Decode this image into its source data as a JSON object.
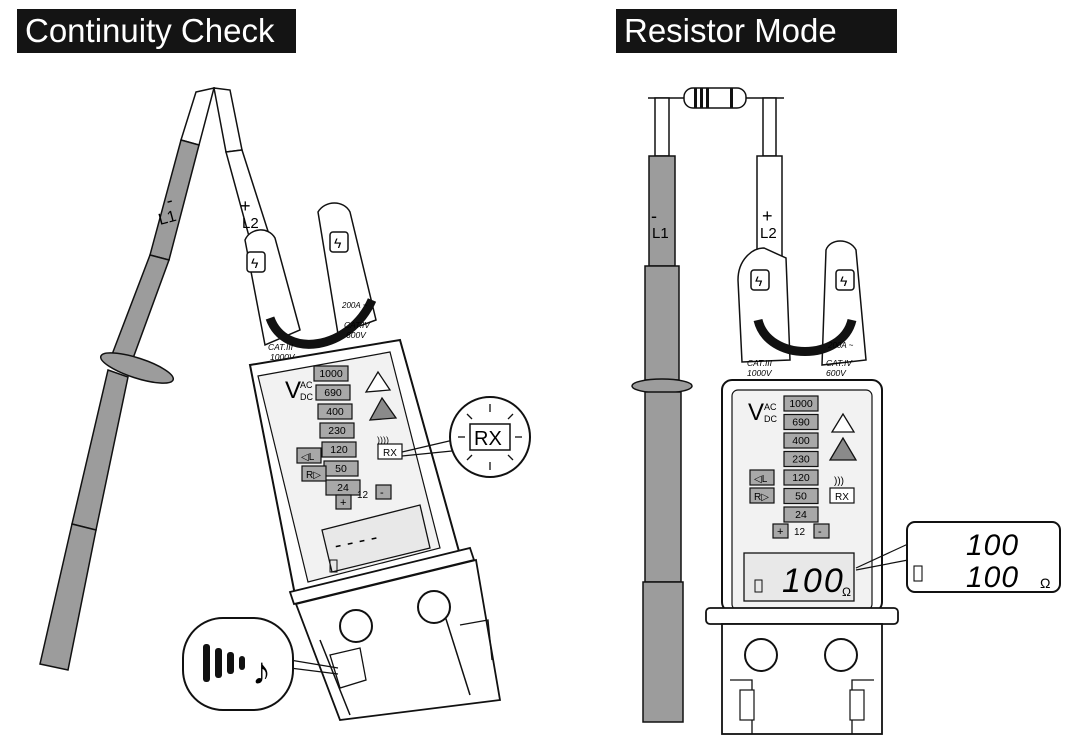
{
  "left": {
    "title": "Continuity Check",
    "probe_l1": "L1",
    "probe_l2": "L2",
    "minus": "-",
    "plus": "+",
    "bolt": "ϟ",
    "cat_iii": "CAT.III",
    "v_1000": "1000V",
    "cat_iv": "CAT.IV",
    "v_600": "600V",
    "clamp_rating": "200A ~",
    "vac": "AC",
    "vdc": "DC",
    "v": "V",
    "voltage_levels": [
      "1000",
      "690",
      "400",
      "230",
      "120",
      "50",
      "24"
    ],
    "rx": "RX",
    "buzz": "))))",
    "left_btn": "◁L",
    "right_btn": "R▷",
    "plus_btn": "+",
    "minus_btn": "-",
    "twelve": "12",
    "lcd_text": "- - - -",
    "callout_rx": "RX",
    "callout_sound": "♪"
  },
  "right": {
    "title": "Resistor Mode",
    "probe_l1": "L1",
    "probe_l2": "L2",
    "minus": "-",
    "plus": "+",
    "bolt": "ϟ",
    "cat_iii": "CAT.III",
    "v_1000": "1000V",
    "cat_iv": "CAT.IV",
    "v_600": "600V",
    "clamp_rating": "200A ~",
    "vac": "AC",
    "vdc": "DC",
    "v": "V",
    "voltage_levels": [
      "1000",
      "690",
      "400",
      "230",
      "120",
      "50",
      "24"
    ],
    "rx": "RX",
    "buzz": ")))",
    "left_btn": "◁L",
    "right_btn": "R▷",
    "plus_btn": "+",
    "minus_btn": "-",
    "twelve": "12",
    "lcd_value": "100",
    "ohm": "Ω",
    "callout_value_top": "100",
    "callout_value_bottom": "100",
    "callout_ohm": "Ω"
  }
}
